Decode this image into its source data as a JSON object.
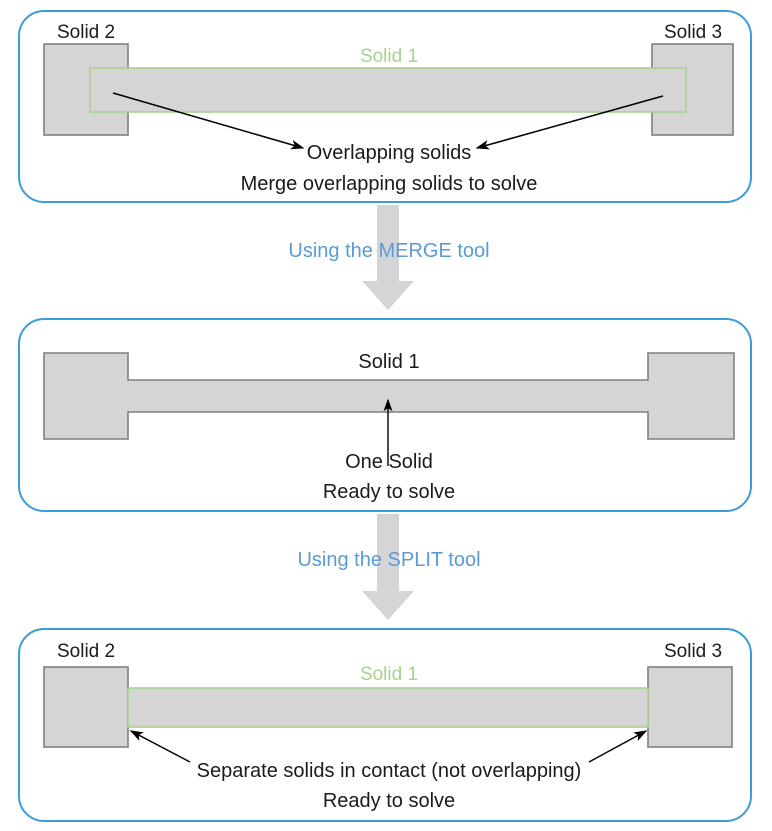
{
  "diagram": {
    "title": "Merge and split solids workflow",
    "colors": {
      "panel_border": "#3e9bd5",
      "solid_fill": "#d5d5d5",
      "solid_stroke": "#7f7f7f",
      "green_outline": "#a9d18e",
      "arrow_gray": "#d5d5d5",
      "blue_text": "#5b9bd5",
      "black_text": "#1b1b1b"
    }
  },
  "panel1": {
    "solid2_label": "Solid 2",
    "solid3_label": "Solid 3",
    "solid1_label": "Solid 1",
    "callout": "Overlapping solids",
    "note": "Merge overlapping solids to solve"
  },
  "step1": {
    "label": "Using the MERGE tool"
  },
  "panel2": {
    "solid1_label": "Solid 1",
    "callout": "One Solid",
    "note": "Ready to solve"
  },
  "step2": {
    "label": "Using the SPLIT tool"
  },
  "panel3": {
    "solid2_label": "Solid 2",
    "solid3_label": "Solid 3",
    "solid1_label": "Solid 1",
    "callout": "Separate solids in contact (not overlapping)",
    "note": "Ready to solve"
  }
}
